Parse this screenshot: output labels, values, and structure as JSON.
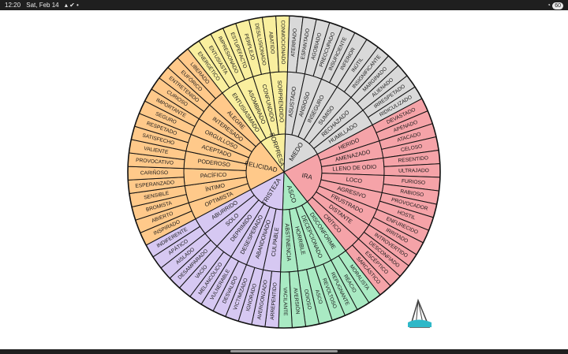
{
  "status_bar": {
    "time": "12:20",
    "date": "Sat, Feb 14",
    "battery": "60"
  },
  "wheel": {
    "colors": {
      "IRA": "#f5a3a8",
      "ASCO": "#a9eac3",
      "TRISTEZA": "#d6c8f2",
      "FELICIDAD": "#ffc98a",
      "SORPRESA": "#f9ef9e",
      "MIEDO": "#d9d9d9"
    },
    "sectors": [
      {
        "core": "IRA",
        "groups": [
          {
            "mid": "HERIDO",
            "outer": [
              "DEVASTADO",
              "APENADO"
            ]
          },
          {
            "mid": "AMENAZADO",
            "outer": [
              "ATACADO",
              "CELOSO"
            ]
          },
          {
            "mid": "LLENO DE ODIO",
            "outer": [
              "RESENTIDO",
              "ULTRAJADO"
            ]
          },
          {
            "mid": "LOCO",
            "outer": [
              "FURIOSO",
              "RABIOSO"
            ]
          },
          {
            "mid": "AGRESIVO",
            "outer": [
              "PROVOCADOR",
              "HOSTIL"
            ]
          },
          {
            "mid": "FRUSTRADO",
            "outer": [
              "ENFURECIDO",
              "IRRITADO"
            ]
          },
          {
            "mid": "DISTANTE",
            "outer": [
              "INTROVERTIDO",
              "DESCONFIADO"
            ]
          },
          {
            "mid": "CRÍTICO",
            "outer": [
              "ESCÉPTICO",
              "SARCÁSTICO"
            ]
          }
        ]
      },
      {
        "core": "ASCO",
        "groups": [
          {
            "mid": "DISCONFORME",
            "outer": [
              "MORALISTA",
              "REACIO"
            ]
          },
          {
            "mid": "DECEPCIONADO",
            "outer": [
              "REPUGNANTE",
              "REVOLTOSO"
            ]
          },
          {
            "mid": "HORRIBLE",
            "outer": [
              "ASCO",
              "ODIOSO"
            ]
          },
          {
            "mid": "ABSTINENCIA",
            "outer": [
              "AVERSIÓN",
              "VACILANTE"
            ]
          }
        ]
      },
      {
        "core": "TRISTEZA",
        "groups": [
          {
            "mid": "CULPABLE",
            "outer": [
              "ARREPENTIDO",
              "AVERGONZADO"
            ]
          },
          {
            "mid": "ABANDONADO",
            "outer": [
              "IGNORADO",
              "VICTIMIZADO"
            ]
          },
          {
            "mid": "DESESPERADO",
            "outer": [
              "DESVALIDO",
              "VULNERABLE"
            ]
          },
          {
            "mid": "DEPRIMIDO",
            "outer": [
              "MELANCÓLICO",
              "VACÍO"
            ]
          },
          {
            "mid": "SOLO",
            "outer": [
              "DESAMPARADO",
              "AISLADO"
            ]
          },
          {
            "mid": "ABURRIDO",
            "outer": [
              "APÁTICO",
              "INDIFERENTE"
            ]
          }
        ]
      },
      {
        "core": "FELICIDAD",
        "groups": [
          {
            "mid": "OPTIMISTA",
            "outer": [
              "INSPIRADO",
              "ABIERTO"
            ]
          },
          {
            "mid": "ÍNTIMO",
            "outer": [
              "BROMISTA",
              "SENSIBLE"
            ]
          },
          {
            "mid": "PACÍFICO",
            "outer": [
              "ESPERANZADO",
              "CARIÑOSO"
            ]
          },
          {
            "mid": "PODEROSO",
            "outer": [
              "PROVOCATIVO",
              "VALIENTE"
            ]
          },
          {
            "mid": "ACEPTADO",
            "outer": [
              "SATISFECHO",
              "RESPETADO"
            ]
          },
          {
            "mid": "ORGULLOSO",
            "outer": [
              "SEGURO",
              "IMPORTANTE"
            ]
          },
          {
            "mid": "INTERESADO",
            "outer": [
              "CURIOSO",
              "ENTRETENIDO"
            ]
          },
          {
            "mid": "ALEGRE",
            "outer": [
              "EUFÓRICO",
              "LIBERADO"
            ]
          }
        ]
      },
      {
        "core": "SORPRESA",
        "groups": [
          {
            "mid": "ENTUSIASMADO",
            "outer": [
              "ENERGÉTICO",
              "ENTUSIASTA"
            ]
          },
          {
            "mid": "ASOMBRADO",
            "outer": [
              "IMPRESIONADO",
              "ESTUPEFACTO"
            ]
          },
          {
            "mid": "CONFUNDIDO",
            "outer": [
              "PERPLEJO",
              "DESILUSIONADO"
            ]
          },
          {
            "mid": "SORPRENDIDO",
            "outer": [
              "ABATIDO",
              "CONMOCIONADO"
            ]
          }
        ]
      },
      {
        "core": "MIEDO",
        "groups": [
          {
            "mid": "ASUSTADO",
            "outer": [
              "ATERRADO",
              "ESPANTADO"
            ]
          },
          {
            "mid": "ANSIOSO",
            "outer": [
              "AGOBIADO",
              "PREOCUPADO"
            ]
          },
          {
            "mid": "INSEGURO",
            "outer": [
              "INSUFICIENTE",
              "INFERIOR"
            ]
          },
          {
            "mid": "SUMISO",
            "outer": [
              "INÚTIL",
              "INSIGNIFICANTE"
            ]
          },
          {
            "mid": "RECHAZADO",
            "outer": [
              "MARGINADO",
              "ALIENADO"
            ]
          },
          {
            "mid": "HUMILLADO",
            "outer": [
              "IRRESPETADO",
              "RIDICULIZADO"
            ]
          }
        ]
      }
    ]
  },
  "watermark_logo": {
    "icon": "app-logo-icon",
    "fill": "#2fb8c8",
    "stroke": "#444444"
  }
}
